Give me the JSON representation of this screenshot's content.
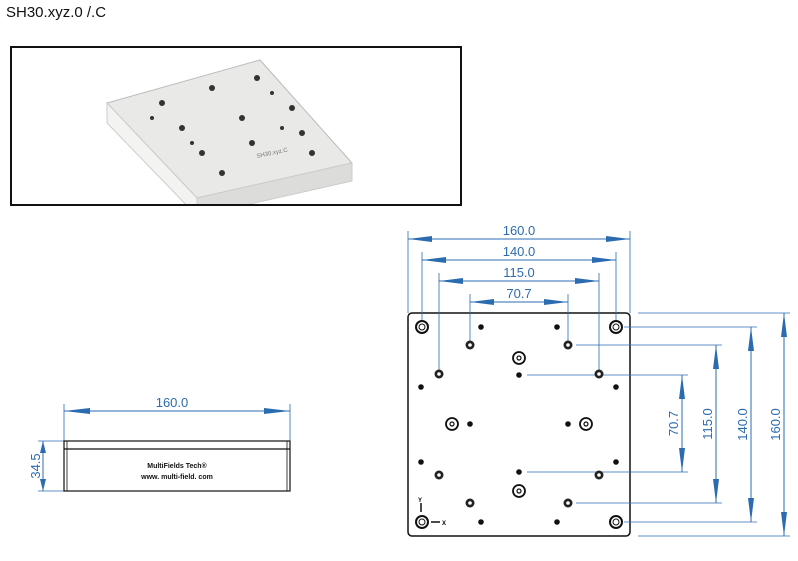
{
  "title": "SH30.xyz.0 /.C",
  "photo": {
    "label": "SH30.xyz.C"
  },
  "side_view": {
    "width_label": "160.0",
    "height_label": "34.5",
    "brand": "MultiFields Tech®",
    "url": "www. multi-field. com"
  },
  "top_view": {
    "dims_horizontal": [
      "160.0",
      "140.0",
      "115.0",
      "70.7"
    ],
    "dims_vertical": [
      "70.7",
      "115.0",
      "140.0",
      "160.0"
    ],
    "axis_x": "X",
    "axis_y": "Y"
  },
  "colors": {
    "dimension": "#2b6cb0"
  }
}
